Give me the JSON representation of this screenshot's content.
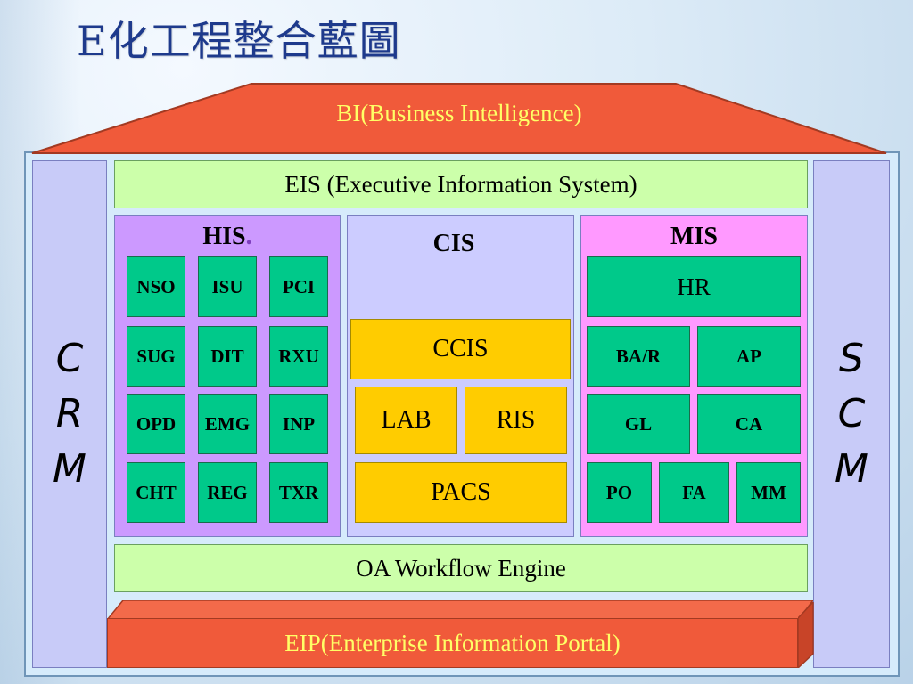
{
  "title": "E化工程整合藍圖",
  "bi_label": "BI(Business Intelligence)",
  "eis_label": "EIS (Executive Information System)",
  "crm": [
    "C",
    "R",
    "M"
  ],
  "scm": [
    "S",
    "C",
    "M"
  ],
  "his": {
    "title": "HIS",
    "dot": ".",
    "rows": [
      [
        "NSO",
        "ISU",
        "PCI"
      ],
      [
        "SUG",
        "DIT",
        "RXU"
      ],
      [
        "OPD",
        "EMG",
        "INP"
      ],
      [
        "CHT",
        "REG",
        "TXR"
      ]
    ]
  },
  "cis": {
    "title": "CIS",
    "ccis": "CCIS",
    "lab": "LAB",
    "ris": "RIS",
    "pacs": "PACS"
  },
  "mis": {
    "title": "MIS",
    "hr": "HR",
    "bar": "BA/R",
    "ap": "AP",
    "gl": "GL",
    "ca": "CA",
    "po": "PO",
    "fa": "FA",
    "mm": "MM"
  },
  "oa_label": "OA Workflow Engine",
  "eip_label": "EIP(Enterprise Information Portal)",
  "colors": {
    "title": "#1e3a8c",
    "roof": "#f05a3a",
    "bar_green": "#ccffaa",
    "side": "#c8cbf8",
    "his_panel": "#cc99ff",
    "cis_panel": "#ccccff",
    "mis_panel": "#ff99ff",
    "module_green": "#00c98a",
    "module_yellow": "#ffcc00",
    "label_yellow": "#ffff66"
  }
}
